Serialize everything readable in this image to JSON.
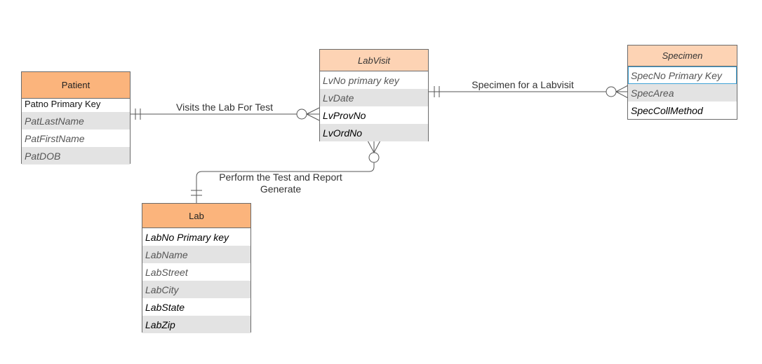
{
  "entities": {
    "patient": {
      "title": "Patient",
      "rows": [
        "Patno Primary Key",
        "PatLastName",
        "PatFirstName",
        "PatDOB"
      ]
    },
    "labvisit": {
      "title": "LabVisit",
      "rows": [
        "LvNo primary key",
        "LvDate",
        "LvProvNo",
        "LvOrdNo"
      ]
    },
    "specimen": {
      "title": "Specimen",
      "rows": [
        "SpecNo Primary Key",
        "SpecArea",
        "SpecCollMethod"
      ]
    },
    "lab": {
      "title": "Lab",
      "rows": [
        "LabNo Primary key",
        "LabName",
        "LabStreet",
        "LabCity",
        "LabState",
        "LabZip"
      ]
    }
  },
  "relationships": {
    "visits": "Visits the Lab For Test",
    "specimen_for": "Specimen for a Labvisit",
    "perform_line1": "Perform the Test and Report",
    "perform_line2": "Generate"
  },
  "colors": {
    "header_dark": "#fbb47c",
    "header_light": "#fdd3b4",
    "row_shade": "#e3e3e3",
    "line": "#555555",
    "selection": "#3ea2d7"
  }
}
